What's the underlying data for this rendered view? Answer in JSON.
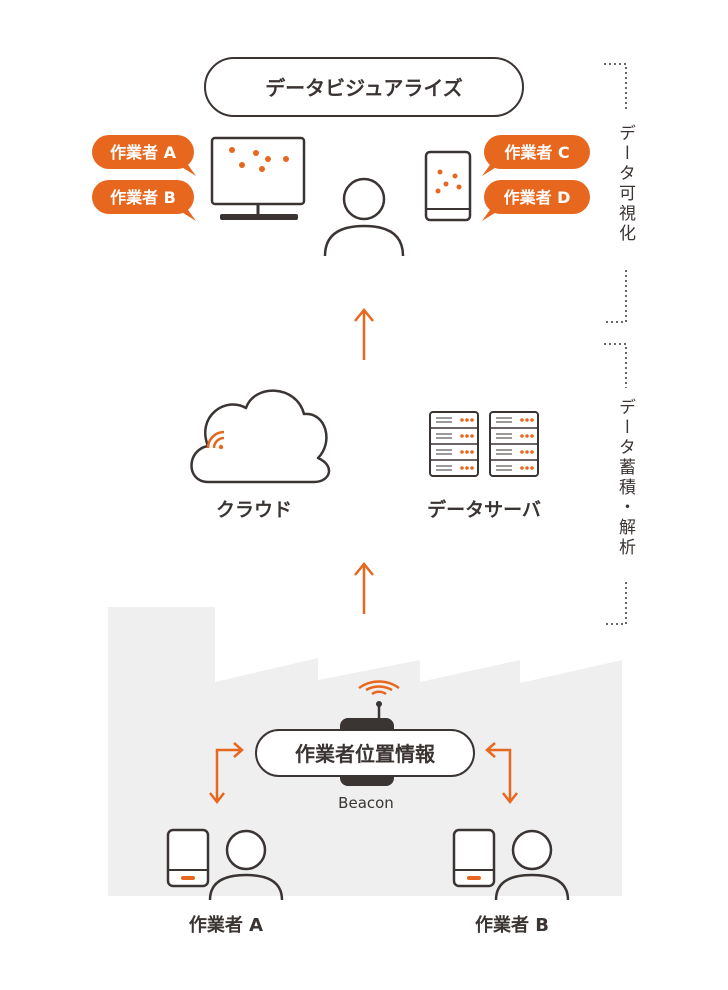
{
  "visualization": {
    "title": "データビジュアライズ",
    "bubbles_left": [
      "作業者 A",
      "作業者 B"
    ],
    "bubbles_right": [
      "作業者 C",
      "作業者 D"
    ]
  },
  "storage": {
    "cloud_label": "クラウド",
    "server_label": "データサーバ"
  },
  "field": {
    "info_label": "作業者位置情報",
    "beacon_label": "Beacon",
    "worker_a": "作業者 A",
    "worker_b": "作業者 B"
  },
  "stages": {
    "visualize": "データ可視化",
    "analyze": "データ蓄積・解析"
  },
  "colors": {
    "accent": "#E8671E",
    "dark": "#3a3432",
    "factory": "#efefef"
  }
}
